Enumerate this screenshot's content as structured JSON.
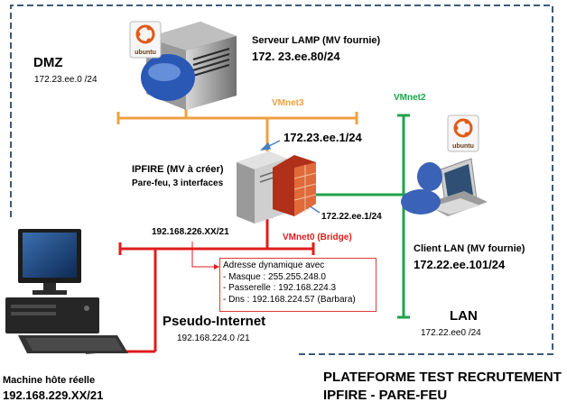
{
  "zones": {
    "dmz": {
      "name": "DMZ",
      "subnet": "172.23.ee.0 /24"
    },
    "lan": {
      "name": "LAN",
      "subnet": "172.22.ee0 /24"
    },
    "internet": {
      "name": "Pseudo-Internet",
      "subnet": "192.168.224.0 /21"
    }
  },
  "networks": {
    "vmnet3": "VMnet3",
    "vmnet2": "VMnet2",
    "vmnet0": "VMnet0 (Bridge)"
  },
  "hosts": {
    "lamp": {
      "name": "Serveur LAMP (MV fournie)",
      "ip": "172. 23.ee.80/24",
      "logo_text": "ubuntu"
    },
    "ipfire": {
      "name": "IPFIRE (MV à créer)",
      "desc": "Pare-feu, 3 interfaces",
      "ip_dmz": "172.23.ee.1/24",
      "ip_lan": "172.22.ee.1/24",
      "ip_wan": "192.168.226.XX/21"
    },
    "client": {
      "name": "Client LAN (MV fournie)",
      "ip": "172.22.ee.101/24",
      "logo_text": "ubuntu"
    },
    "host": {
      "name": "Machine hôte réelle",
      "ip": "192.168.229.XX/21"
    }
  },
  "dhcp_box": {
    "title": "Adresse dynamique avec",
    "lines": [
      "- Masque : 255.255.248.0",
      "- Passerelle : 192.168.224.3",
      "- Dns : 192.168.224.57 (Barbara)"
    ]
  },
  "footer": {
    "line1": "PLATEFORME TEST RECRUTEMENT",
    "line2": "IPFIRE - PARE-FEU"
  },
  "colors": {
    "vmnet3": "#f0a040",
    "vmnet2": "#1fa34a",
    "vmnet0": "#e01c1c",
    "frame": "#3a5a7a"
  }
}
